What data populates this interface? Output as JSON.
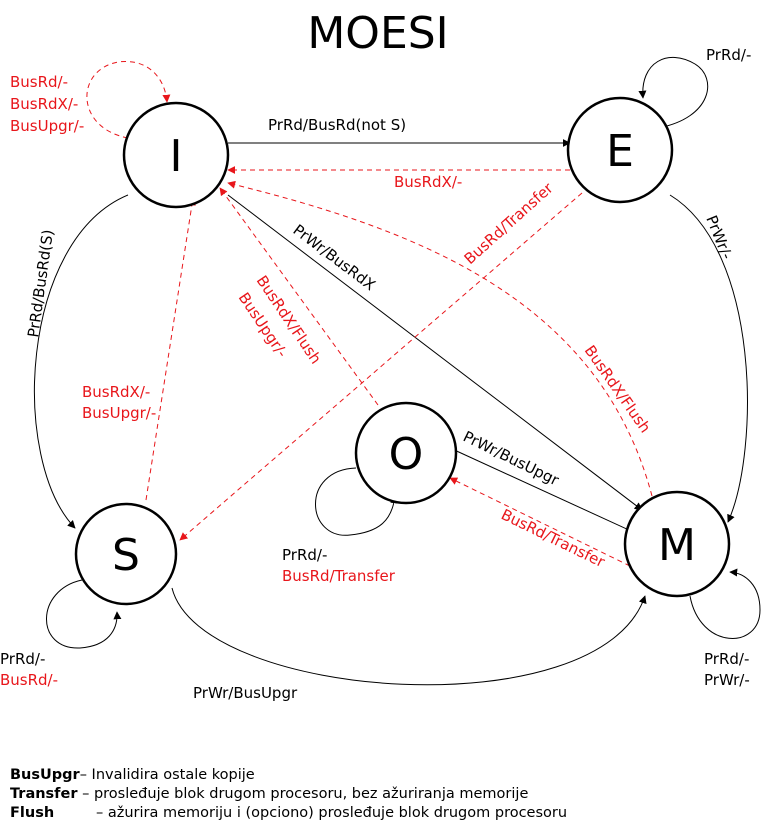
{
  "title": "MOESI",
  "states": {
    "I": "I",
    "E": "E",
    "S": "S",
    "M": "M",
    "O": "O"
  },
  "transitions": {
    "i_self_1": "BusRd/-",
    "i_self_2": "BusRdX/-",
    "i_self_3": "BusUpgr/-",
    "i_to_e": "PrRd/BusRd(not S)",
    "e_to_i": "BusRdX/-",
    "e_self": "PrRd/-",
    "i_to_s": "PrRd/BusRd(S)",
    "e_to_m": "PrWr/-",
    "i_to_m": "PrWr/BusRdX",
    "e_to_s": "BusRd/Transfer",
    "o_to_i_1": "BusRdX/Flush",
    "o_to_i_2": "BusUpgr/-",
    "s_to_i_1": "BusRdX/-",
    "s_to_i_2": "BusUpgr/-",
    "m_to_i": "BusRdX/Flush",
    "o_to_m": "PrWr/BusUpgr",
    "m_to_o": "BusRd/Transfer",
    "o_self_1": "PrRd/-",
    "o_self_2": "BusRd/Transfer",
    "s_self_1": "PrRd/-",
    "s_self_2": "BusRd/-",
    "s_to_m": "PrWr/BusUpgr",
    "m_self_1": "PrRd/-",
    "m_self_2": "PrWr/-"
  },
  "legend": [
    {
      "term": "BusUpgr",
      "desc": "– Invalidira ostale kopije"
    },
    {
      "term": "Transfer",
      "desc": " – prosleđuje blok drugom procesoru, bez ažuriranja memorije"
    },
    {
      "term": "Flush",
      "desc": "–  ažurira memoriju i (opciono) prosleđuje blok drugom procesoru"
    }
  ],
  "colors": {
    "bus": "#e8161b",
    "processor": "#000000"
  }
}
